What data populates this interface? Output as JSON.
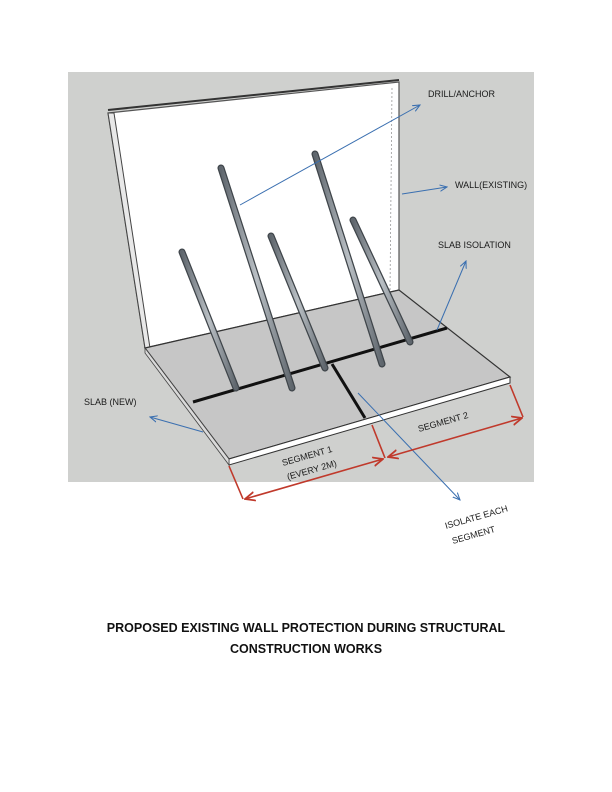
{
  "colors": {
    "background_panel": "#cfd0ce",
    "wall": "#ffffff",
    "slab": "#c6c6c6",
    "callout_arrow": "#3a6fb0",
    "dimension_arrow": "#c0392b",
    "isolation_line": "#111111",
    "anchor_rod": "#8e959c"
  },
  "labels": {
    "drill_anchor": "DRILL/ANCHOR",
    "wall_existing": "WALL(EXISTING)",
    "slab_isolation": "SLAB ISOLATION",
    "slab_new": "SLAB (NEW)",
    "segment_1_line1": "SEGMENT 1",
    "segment_1_line2": "(EVERY 2M)",
    "segment_2": "SEGMENT 2",
    "isolate_line1": "ISOLATE EACH",
    "isolate_line2": "SEGMENT"
  },
  "caption": {
    "line1": "PROPOSED EXISTING WALL PROTECTION DURING STRUCTURAL",
    "line2": "CONSTRUCTION WORKS"
  }
}
